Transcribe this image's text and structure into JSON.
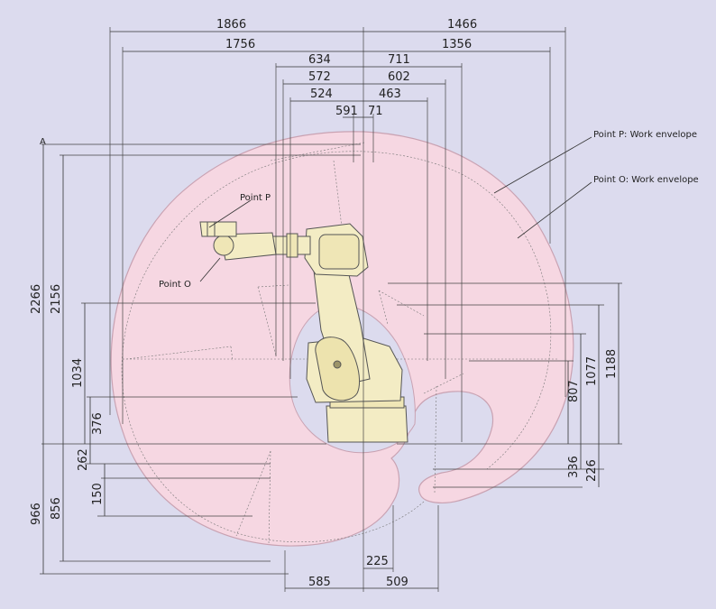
{
  "colors": {
    "background": "#dcdbee",
    "envelope_fill": "#f6d7e2",
    "envelope_stroke": "#c9a2b2",
    "robot_body": "#f3ecc4",
    "robot_outline": "#555555",
    "line": "#333333"
  },
  "labels": {
    "point_p_envelope": "Point P: Work envelope",
    "point_o_envelope": "Point O: Work envelope",
    "point_p": "Point P",
    "point_o": "Point O"
  },
  "top_dims": {
    "d1866": "1866",
    "d1756": "1756",
    "d1466": "1466",
    "d1356": "1356",
    "d634": "634",
    "d711": "711",
    "d572": "572",
    "d602": "602",
    "d524": "524",
    "d463": "463",
    "d591": "591",
    "d71": "71"
  },
  "left_dims": {
    "d2266": "2266",
    "d2156": "2156",
    "d1034": "1034",
    "d376": "376",
    "d262": "262",
    "d150": "150",
    "d966": "966",
    "d856": "856"
  },
  "right_dims": {
    "d1188": "1188",
    "d1077": "1077",
    "d807": "807",
    "d336": "336",
    "d226": "226"
  },
  "bottom_dims": {
    "d225": "225",
    "d585": "585",
    "d509": "509"
  }
}
